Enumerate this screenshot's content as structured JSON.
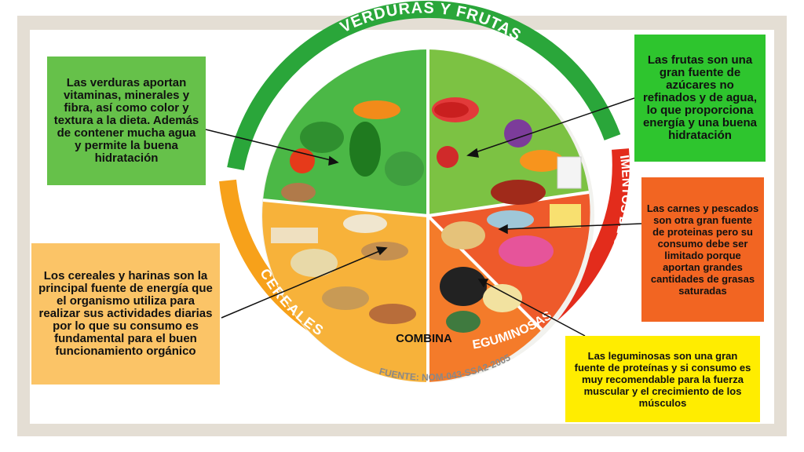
{
  "plate": {
    "arc_verduras_frutas": "VERDURAS Y FRUTAS",
    "arc_cereales": "CEREALES",
    "arc_origen_animal": "ALIMENTOS DE ORIGEN ANIMAL",
    "arc_leguminosas": "LEGUMINOSAS Y",
    "combina": "COMBINA",
    "fuente": "FUENTE: NOM-043-SSA2-2005",
    "colors": {
      "verduras_frutas": "#2aa63a",
      "cereales": "#f7a11a",
      "origen_animal": "#e32c1c"
    }
  },
  "callouts": {
    "verduras": "Las verduras aportan vitaminas, minerales y fibra, así como color y textura a la dieta. Además de contener mucha agua y permite la buena hidratación",
    "frutas": "Las frutas son una gran fuente de azúcares no refinados y de agua, lo que proporciona energía y una buena hidratación",
    "carnes": "Las carnes y pescados son otra gran fuente de proteinas pero su consumo debe ser limitado porque aportan grandes cantidades de grasas saturadas",
    "cereales": "Los cereales y harinas son la principal fuente de energía que el organismo utiliza para realizar sus actividades diarias por lo que su consumo es fundamental para el buen funcionamiento orgánico",
    "leguminosas": "Las leguminosas son una gran fuente de proteínas y si consumo es muy recomendable para la fuerza muscular y el crecimiento de los músculos"
  }
}
